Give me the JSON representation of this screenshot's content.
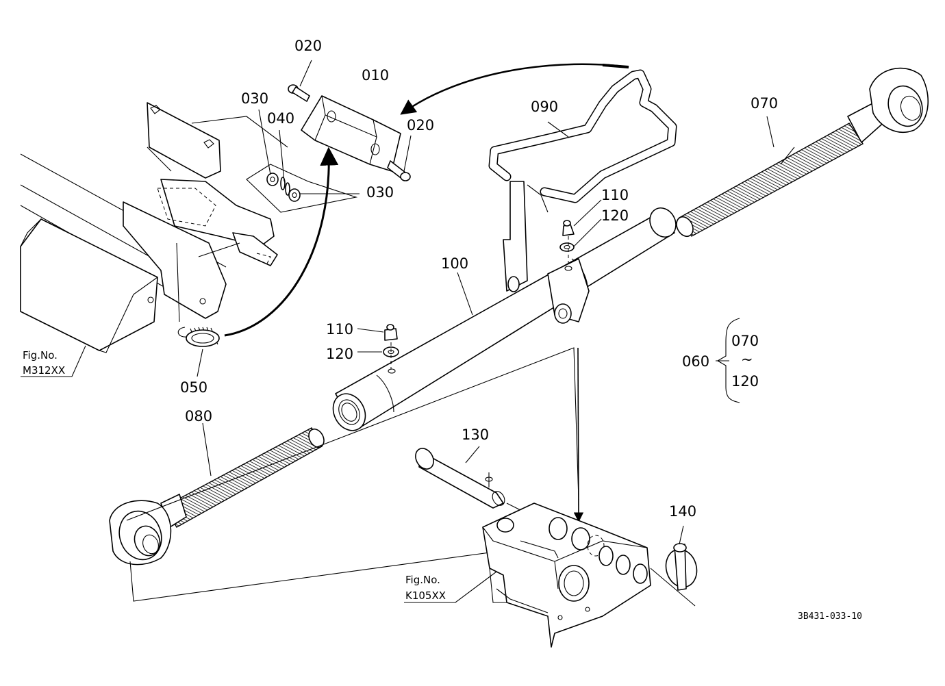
{
  "diagram": {
    "part_labels": [
      "020",
      "010",
      "030",
      "040",
      "020",
      "030",
      "090",
      "070",
      "110",
      "120",
      "100",
      "110",
      "120",
      "050",
      "080",
      "130",
      "140"
    ],
    "group": {
      "parent": "060",
      "first": "070",
      "tilde": "~",
      "last": "120"
    },
    "references": [
      {
        "line1": "Fig.No.",
        "line2": "M312XX"
      },
      {
        "line1": "Fig.No.",
        "line2": "K105XX"
      }
    ],
    "drawing_code": "3B431-033-10"
  }
}
